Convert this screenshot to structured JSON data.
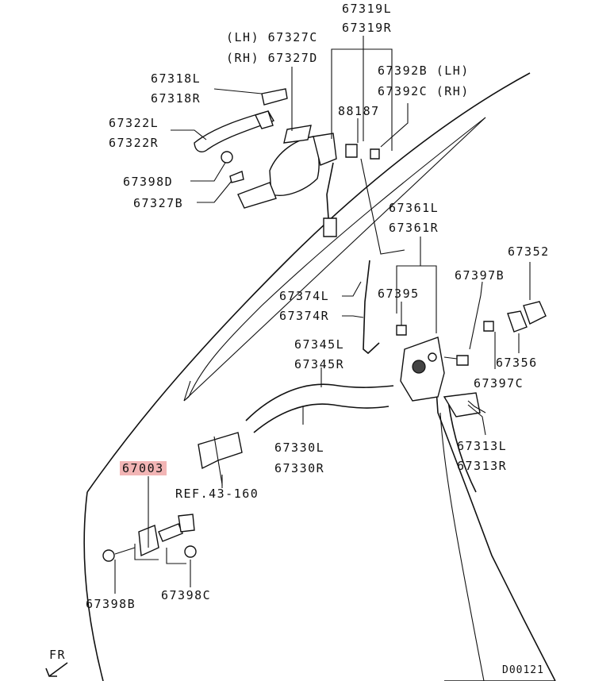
{
  "labels": {
    "p67319": [
      "67319L",
      "67319R"
    ],
    "p67327c_lh": "(LH) 67327C",
    "p67327d_rh": "(RH) 67327D",
    "p67318": [
      "67318L",
      "67318R"
    ],
    "p67392": [
      "67392B (LH)",
      "67392C (RH)"
    ],
    "p88187": "88187",
    "p67322": [
      "67322L",
      "67322R"
    ],
    "p67398d": "67398D",
    "p67327b": "67327B",
    "p67361": [
      "67361L",
      "67361R"
    ],
    "p67352": "67352",
    "p67397b": "67397B",
    "p67374": [
      "67374L",
      "67374R"
    ],
    "p67395": "67395",
    "p67345": [
      "67345L",
      "67345R"
    ],
    "p67356": "67356",
    "p67397c": "67397C",
    "p67330": [
      "67330L",
      "67330R"
    ],
    "p67313": [
      "67313L",
      "67313R"
    ],
    "p67003": "67003",
    "ref": "REF.43-160",
    "p67398b": "67398B",
    "p67398c": "67398C",
    "fr": "FR",
    "code": "D00121"
  },
  "colors": {
    "highlight": "#f2b5b5",
    "line": "#111111"
  }
}
